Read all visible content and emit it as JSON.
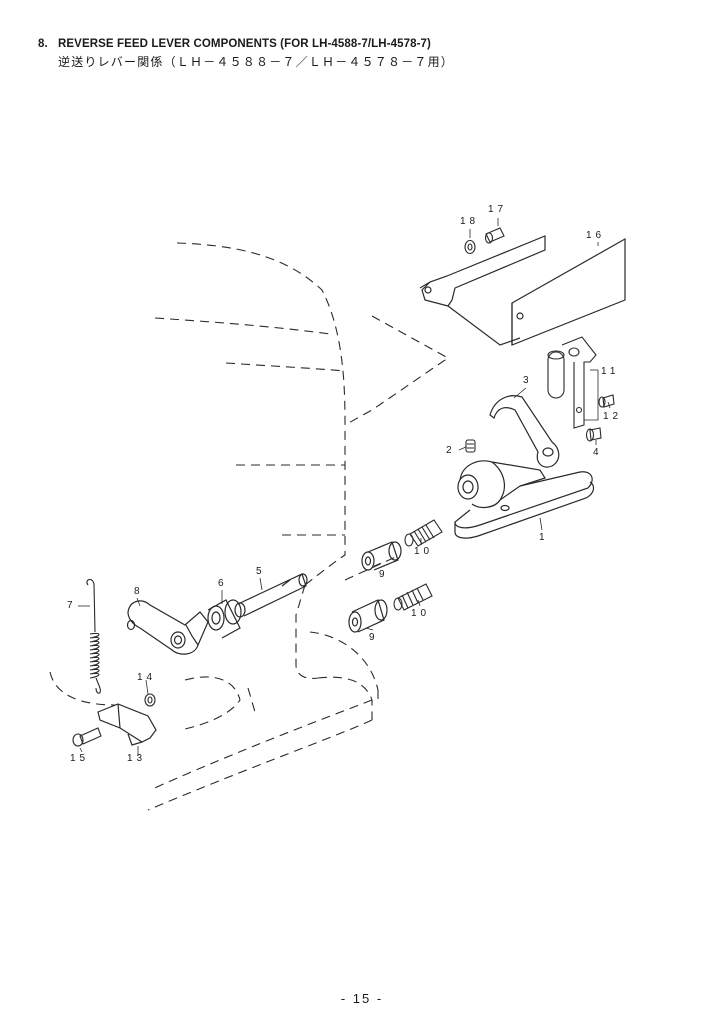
{
  "header": {
    "section_number": "8.",
    "title_en": "REVERSE FEED LEVER COMPONENTS (FOR LH-4588-7/LH-4578-7)",
    "title_ja": "逆送りレバー関係（ＬＨ－４５８８－７／ＬＨ－４５７８－７用）"
  },
  "callouts": [
    {
      "id": "1",
      "label": "1"
    },
    {
      "id": "2",
      "label": "2"
    },
    {
      "id": "3",
      "label": "3"
    },
    {
      "id": "4",
      "label": "4"
    },
    {
      "id": "5",
      "label": "5"
    },
    {
      "id": "6",
      "label": "6"
    },
    {
      "id": "7",
      "label": "7"
    },
    {
      "id": "8",
      "label": "8"
    },
    {
      "id": "9a",
      "label": "9"
    },
    {
      "id": "9b",
      "label": "9"
    },
    {
      "id": "10a",
      "label": "10"
    },
    {
      "id": "10b",
      "label": "10"
    },
    {
      "id": "11",
      "label": "11"
    },
    {
      "id": "12",
      "label": "12"
    },
    {
      "id": "13",
      "label": "13"
    },
    {
      "id": "14",
      "label": "14"
    },
    {
      "id": "15",
      "label": "15"
    },
    {
      "id": "16",
      "label": "16"
    },
    {
      "id": "17",
      "label": "17"
    },
    {
      "id": "18",
      "label": "18"
    }
  ],
  "footer": {
    "page_number": "- 15 -"
  },
  "colors": {
    "line": "#2a2a2a",
    "background": "#ffffff"
  }
}
